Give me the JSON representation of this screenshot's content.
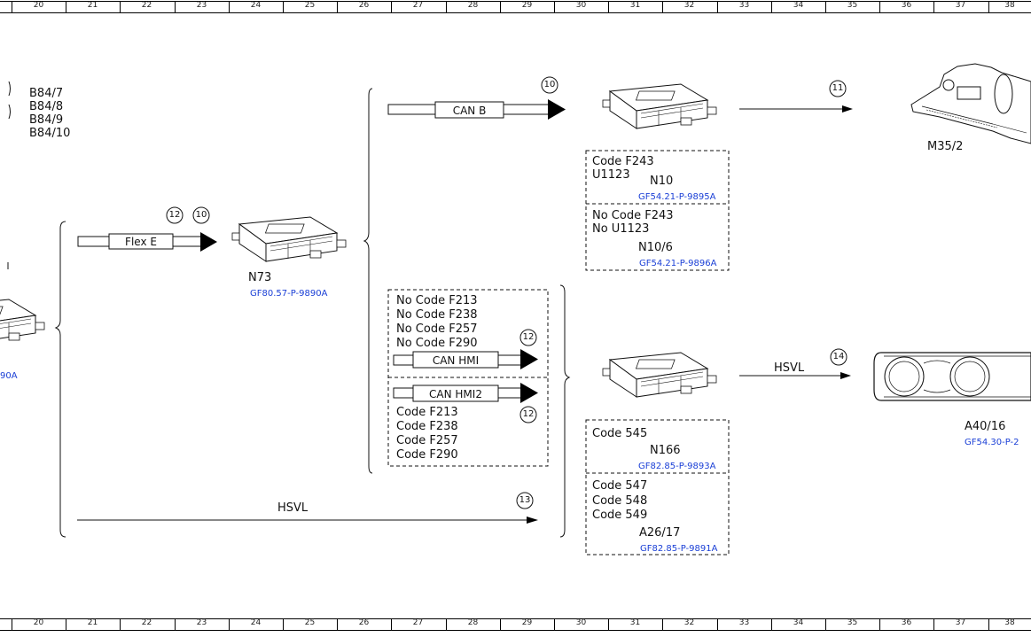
{
  "ruler": {
    "columns": [
      "20",
      "21",
      "22",
      "23",
      "24",
      "25",
      "26",
      "27",
      "28",
      "29",
      "30",
      "31",
      "32",
      "33",
      "34",
      "35",
      "36",
      "37",
      "38"
    ]
  },
  "left": {
    "sensor_labels": [
      "B84/7",
      "B84/8",
      "B84/9",
      "B84/10"
    ],
    "partial_ref": "90A"
  },
  "n73": {
    "name": "N73",
    "ref": "GF80.57-P-9890A"
  },
  "flex_e": {
    "label": "Flex E",
    "bubble_a": "12",
    "bubble_b": "10"
  },
  "can_b": {
    "label": "CAN B",
    "bubble": "10"
  },
  "n10_box": {
    "top_lines": [
      "Code F243",
      "U1123"
    ],
    "n10_name": "N10",
    "n10_ref": "GF54.21-P-9895A",
    "bottom_lines": [
      "No Code F243",
      "No U1123"
    ],
    "n10_6_name": "N10/6",
    "n10_6_ref": "GF54.21-P-9896A"
  },
  "arrow_11": {
    "bubble": "11"
  },
  "m35_2": {
    "name": "M35/2"
  },
  "hmi_box": {
    "top_lines": [
      "No Code F213",
      "No Code F238",
      "No Code F257",
      "No Code F290"
    ],
    "can_hmi_label": "CAN HMI",
    "can_hmi_bubble": "12",
    "can_hmi2_label": "CAN HMI2",
    "can_hmi2_bubble": "12",
    "bottom_lines": [
      "Code F213",
      "Code F238",
      "Code F257",
      "Code F290"
    ]
  },
  "n166_box": {
    "top_lines": [
      "Code 545"
    ],
    "n166_name": "N166",
    "n166_ref": "GF82.85-P-9893A",
    "bottom_lines": [
      "Code 547",
      "Code 548",
      "Code 549"
    ],
    "a26_name": "A26/17",
    "a26_ref": "GF82.85-P-9891A"
  },
  "hsvl_right": {
    "label": "HSVL",
    "bubble": "14"
  },
  "a40_16": {
    "name": "A40/16",
    "ref": "GF54.30-P-2"
  },
  "hsvl_bottom": {
    "label": "HSVL",
    "bubble": "13"
  },
  "colors": {
    "ref_blue": "#1a3fd6",
    "line": "#111111"
  }
}
